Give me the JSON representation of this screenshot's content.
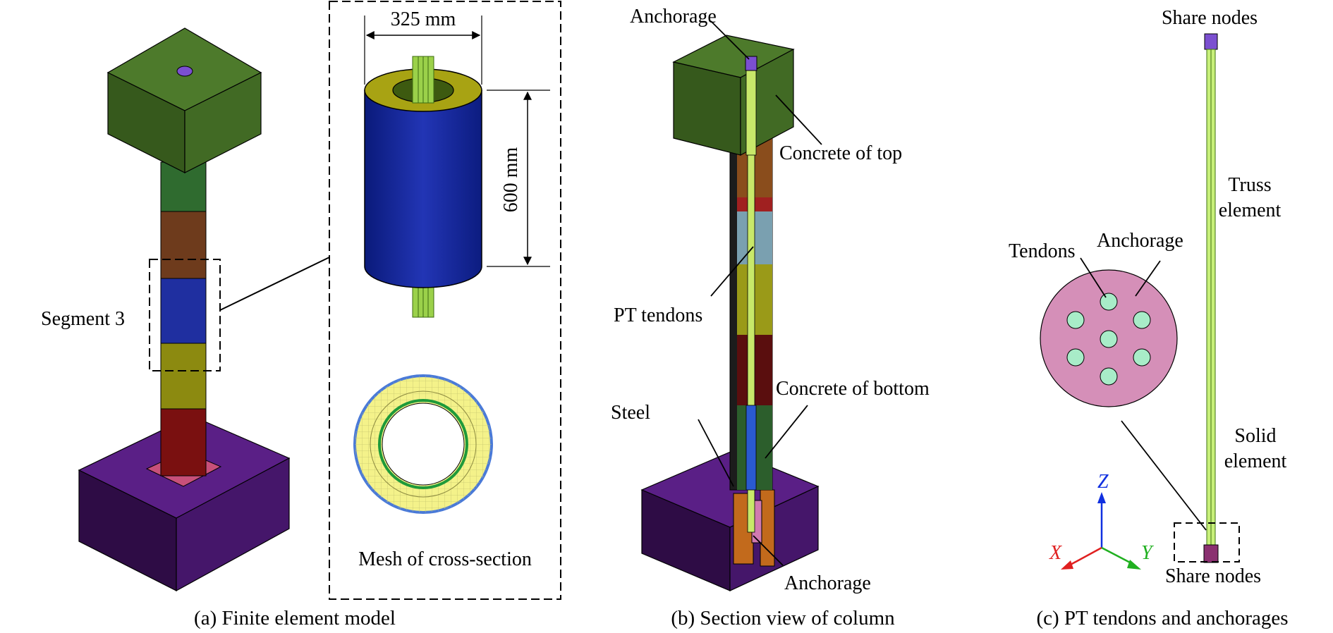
{
  "panel_a": {
    "caption": "(a) Finite element model",
    "segment_label": "Segment 3",
    "diameter_label": "325 mm",
    "height_label": "600 mm",
    "mesh_label": "Mesh of cross-section"
  },
  "panel_b": {
    "caption": "(b) Section view of column",
    "anchorage_top": "Anchorage",
    "concrete_top": "Concrete of top",
    "pt_tendons": "PT tendons",
    "concrete_bottom": "Concrete of bottom",
    "steel": "Steel",
    "anchorage_bottom": "Anchorage"
  },
  "panel_c": {
    "caption": "(c) PT tendons and anchorages",
    "share_nodes_top": "Share nodes",
    "truss_line1": "Truss",
    "truss_line2": "element",
    "tendons": "Tendons",
    "anchorage": "Anchorage",
    "solid_line1": "Solid",
    "solid_line2": "element",
    "share_nodes_bottom": "Share nodes",
    "axis_z": "Z",
    "axis_x": "X",
    "axis_y": "Y"
  },
  "colors": {
    "cap_green": "#4d7a2b",
    "base_purple": "#4b1870",
    "segment_green": "#2f6b2f",
    "segment_brown": "#6e3b1c",
    "segment_blue": "#1f2fa0",
    "segment_yellow": "#8c8a10",
    "segment_red": "#7a1010",
    "tendon_green": "#b9e060",
    "mesh_yellow": "#f4f28a",
    "anchor_pink": "#d58fb8",
    "tendon_hole": "#a8ecc8",
    "axis_blue": "#1030e0",
    "axis_red": "#e02020",
    "axis_green": "#20b020"
  }
}
